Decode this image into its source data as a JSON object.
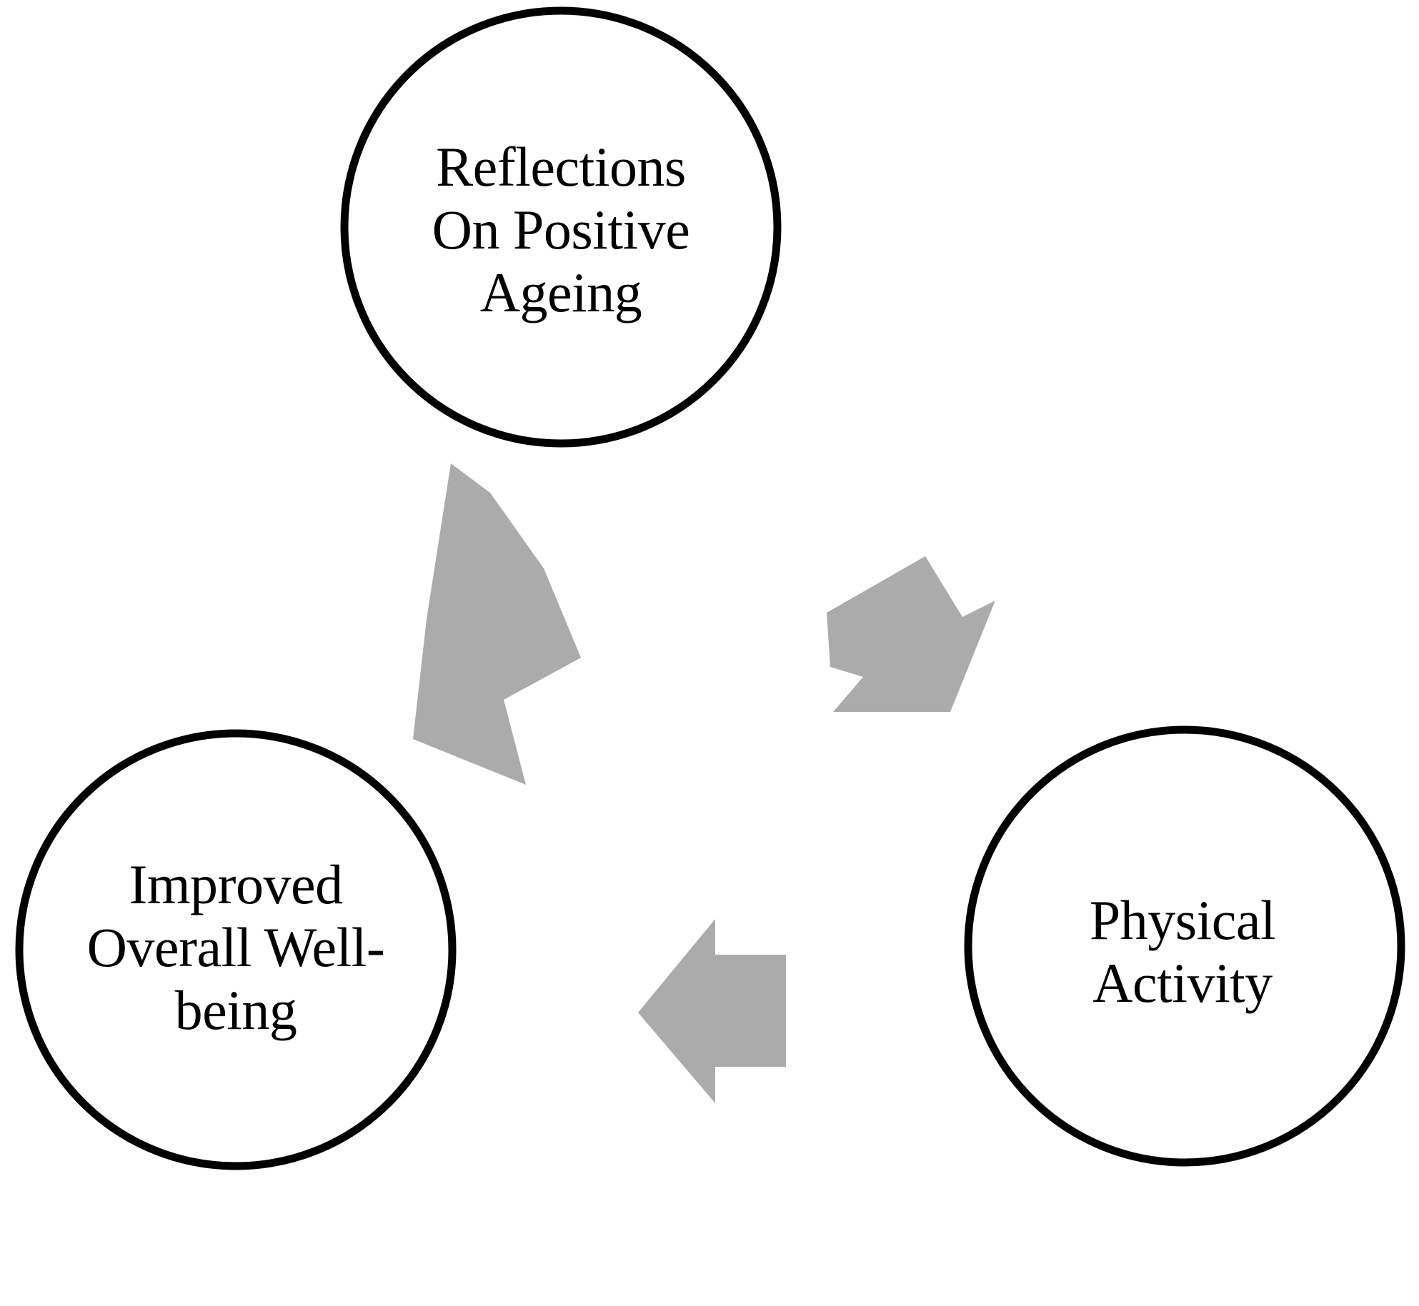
{
  "figure": {
    "type": "cycle-diagram",
    "title": "",
    "background_color": "#ffffff",
    "node_outline_color": "#000000",
    "node_fill_color": "#ffffff",
    "arrow_color": "#ababab",
    "text_color": "#000000"
  },
  "nodes": [
    {
      "id": "reflections-on-positive-ageing",
      "label": "Reflections\nOn Positive\nAgeing",
      "position": "top"
    },
    {
      "id": "physical-activity",
      "label": "Physical\nActivity",
      "position": "bottom-right"
    },
    {
      "id": "improved-overall-well-being",
      "label": "Improved\nOverall Well-\nbeing",
      "position": "bottom-left"
    }
  ],
  "arrows": [
    {
      "id": "top-to-right",
      "from": "reflections-on-positive-ageing",
      "to": "physical-activity",
      "direction": "down-right"
    },
    {
      "id": "right-to-left",
      "from": "physical-activity",
      "to": "improved-overall-well-being",
      "direction": "left"
    },
    {
      "id": "left-to-top",
      "from": "improved-overall-well-being",
      "to": "reflections-on-positive-ageing",
      "direction": "up-left"
    }
  ]
}
